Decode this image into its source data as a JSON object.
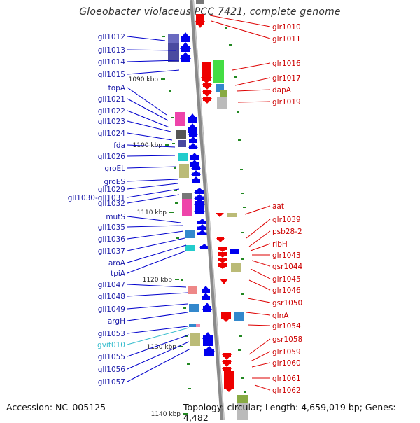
{
  "title": "Gloeobacter violaceus PCC 7421, complete genome",
  "accession": "Accession: NC_005125",
  "stats": "Topology: circular; Length: 4,659,019 bp; Genes: 4,482",
  "colors": {
    "left_label": "#1a1aa8",
    "left_line": "#0000cc",
    "right_label": "#cc0000",
    "right_line": "#dd0000",
    "highlight": "#33bbcc",
    "backbone": "#8a8a8a",
    "tick": "#228822",
    "forward_gene": "#0000ee",
    "reverse_gene": "#ee0000"
  },
  "ruler": [
    {
      "label": "1090 kbp"
    },
    {
      "label": "1100 kbp"
    },
    {
      "label": "1110 kbp"
    },
    {
      "label": "1120 kbp"
    },
    {
      "label": "1130 kbp"
    },
    {
      "label": "1140 kbp"
    }
  ],
  "left_genes": [
    {
      "label": "gll1012"
    },
    {
      "label": "gll1013"
    },
    {
      "label": "gll1014"
    },
    {
      "label": "gll1015"
    },
    {
      "label": "topA"
    },
    {
      "label": "gll1021"
    },
    {
      "label": "gll1022"
    },
    {
      "label": "gll1023"
    },
    {
      "label": "gll1024"
    },
    {
      "label": "fda"
    },
    {
      "label": "gll1026"
    },
    {
      "label": "groEL"
    },
    {
      "label": "groES"
    },
    {
      "label": "gll1029"
    },
    {
      "label": "gll1030-gll1031"
    },
    {
      "label": "gll1032"
    },
    {
      "label": "mutS"
    },
    {
      "label": "gll1035"
    },
    {
      "label": "gll1036"
    },
    {
      "label": "gll1037"
    },
    {
      "label": "aroA"
    },
    {
      "label": "tpiA"
    },
    {
      "label": "gll1047"
    },
    {
      "label": "gll1048"
    },
    {
      "label": "gll1049"
    },
    {
      "label": "argH"
    },
    {
      "label": "gll1053"
    },
    {
      "label": "gvit010"
    },
    {
      "label": "gll1055"
    },
    {
      "label": "gll1056"
    },
    {
      "label": "gll1057"
    }
  ],
  "right_genes": [
    {
      "label": "glr1010"
    },
    {
      "label": "glr1011"
    },
    {
      "label": "glr1016"
    },
    {
      "label": "glr1017"
    },
    {
      "label": "dapA"
    },
    {
      "label": "glr1019"
    },
    {
      "label": "aat"
    },
    {
      "label": "glr1039"
    },
    {
      "label": "psb28-2"
    },
    {
      "label": "ribH"
    },
    {
      "label": "glr1043"
    },
    {
      "label": "gsr1044"
    },
    {
      "label": "glr1045"
    },
    {
      "label": "glr1046"
    },
    {
      "label": "gsr1050"
    },
    {
      "label": "glnA"
    },
    {
      "label": "glr1054"
    },
    {
      "label": "gsr1058"
    },
    {
      "label": "glr1059"
    },
    {
      "label": "glr1060"
    },
    {
      "label": "glr1061"
    },
    {
      "label": "glr1062"
    }
  ]
}
